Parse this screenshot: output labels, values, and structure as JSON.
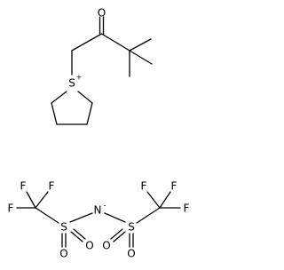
{
  "cation": {
    "carbonyl_oxygen": "O",
    "sulfur": "S",
    "sulfur_charge": "+"
  },
  "anion": {
    "left_fluorine_top_left": "F",
    "left_fluorine_top_right": "F",
    "left_fluorine_left": "F",
    "left_sulfur": "S",
    "left_oxygen_bottom": "O",
    "left_oxygen_right": "O",
    "nitrogen": "N",
    "nitrogen_charge": "-",
    "right_sulfur": "S",
    "right_oxygen_left": "O",
    "right_oxygen_bottom": "O",
    "right_fluorine_top_left": "F",
    "right_fluorine_top_right": "F",
    "right_fluorine_right": "F"
  }
}
